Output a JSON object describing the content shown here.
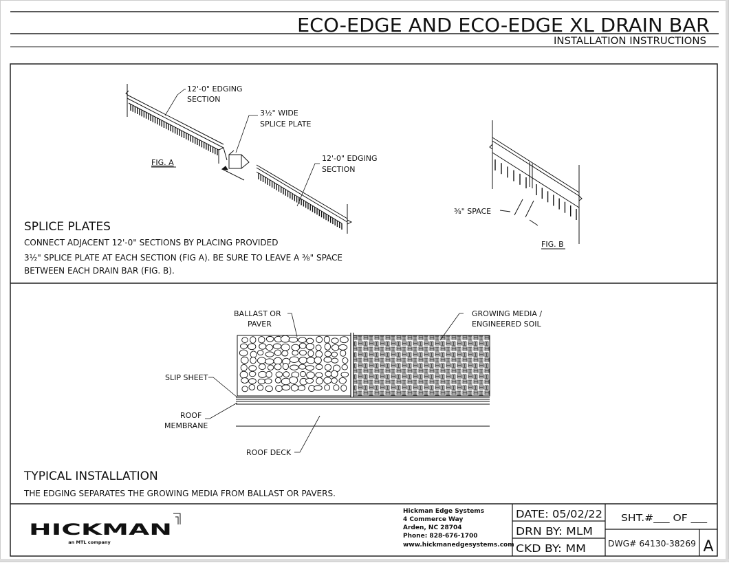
{
  "header": {
    "title": "ECO-EDGE AND ECO-EDGE XL DRAIN BAR",
    "subtitle": "INSTALLATION INSTRUCTIONS"
  },
  "splice": {
    "fig_a": {
      "label": "FIG. A",
      "edging_top_1": "12'-0\" EDGING",
      "edging_top_2": "SECTION",
      "plate_1": "3½\" WIDE",
      "plate_2": "SPLICE PLATE",
      "edging_bot_1": "12'-0\" EDGING",
      "edging_bot_2": "SECTION"
    },
    "fig_b": {
      "label": "FIG. B",
      "space": "⅜\" SPACE"
    },
    "heading": "SPLICE PLATES",
    "lines": [
      "CONNECT ADJACENT 12'-0\" SECTIONS BY PLACING PROVIDED",
      "3½\" SPLICE PLATE AT EACH SECTION (FIG A). BE SURE TO LEAVE A ⅜\" SPACE",
      "BETWEEN EACH DRAIN BAR (FIG. B)."
    ]
  },
  "install": {
    "ballast_1": "BALLAST OR",
    "ballast_2": "PAVER",
    "media_1": "GROWING MEDIA /",
    "media_2": "ENGINEERED SOIL",
    "slip": "SLIP SHEET",
    "membrane_1": "ROOF",
    "membrane_2": "MEMBRANE",
    "deck": "ROOF DECK",
    "heading": "TYPICAL INSTALLATION",
    "text": "THE EDGING SEPARATES THE GROWING MEDIA FROM BALLAST OR PAVERS."
  },
  "titleblock": {
    "logo": "HICKMAN",
    "logo_sub": "an MTL company",
    "address": [
      "Hickman Edge Systems",
      "4 Commerce Way",
      "Arden, NC 28704",
      "Phone: 828-676-1700",
      "www.hickmanedgesystems.com"
    ],
    "date": "DATE: 05/02/22",
    "drn": "DRN BY:  MLM",
    "ckd": "CKD BY: MM",
    "sheet": "SHT.#___ OF ___",
    "dwg": "DWG#  64130-38269",
    "rev": "A"
  }
}
